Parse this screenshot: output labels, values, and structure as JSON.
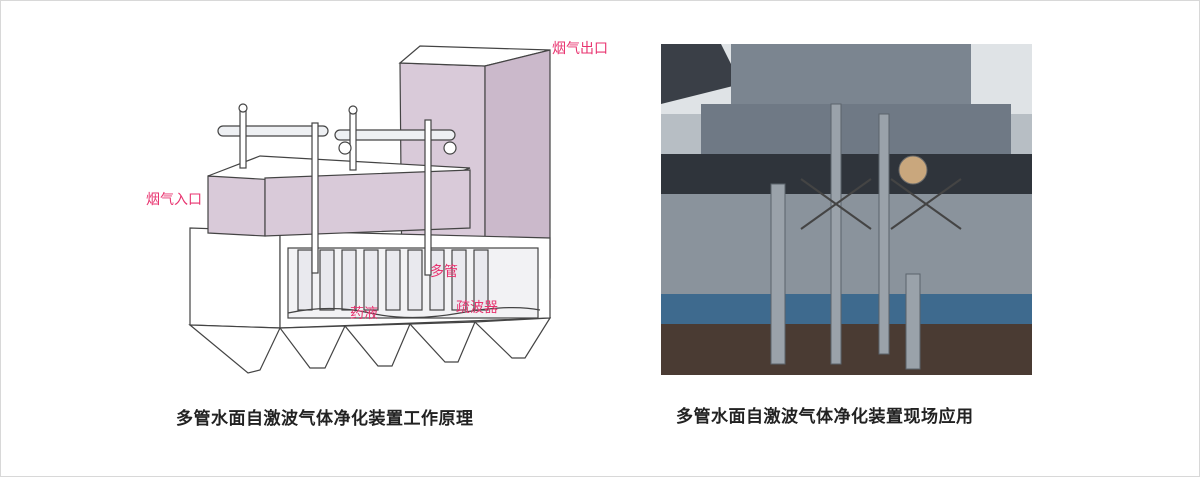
{
  "diagram": {
    "labels": {
      "outlet": "烟气出口",
      "inlet": "烟气入口",
      "multi_tube": "多管",
      "liquid": "药液",
      "swirl": "疏波器"
    },
    "colors": {
      "label": "#e8336f",
      "body_fill": "#d9cad9",
      "light_fill": "#ffffff",
      "stroke": "#444444"
    }
  },
  "photo": {
    "colors": {
      "steel": "#7b8590",
      "dark": "#3a3f47",
      "sky": "#dfe3e6",
      "blue_base": "#3e6a8e"
    }
  },
  "captions": {
    "left": "多管水面自激波气体净化装置工作原理",
    "right": "多管水面自激波气体净化装置现场应用"
  }
}
